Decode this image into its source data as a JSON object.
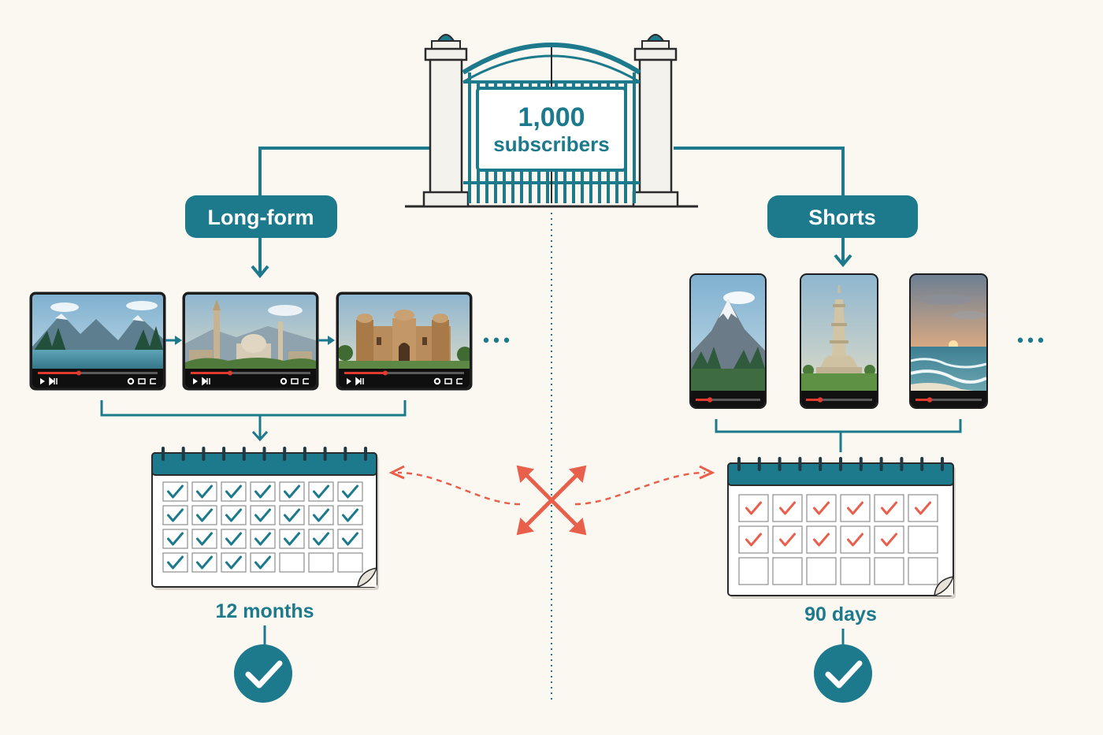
{
  "gate": {
    "count": "1,000",
    "unit": "subscribers"
  },
  "long_form": {
    "label": "Long-form",
    "videos": [
      "mountain-lake-video",
      "mosque-city-video",
      "fort-video"
    ],
    "more": "•••",
    "calendar": {
      "days_checked": 25,
      "days_total": 28,
      "check_color": "#1c7a8c"
    },
    "period_label": "12 months",
    "status": "check-circle-icon"
  },
  "shorts": {
    "label": "Shorts",
    "videos": [
      "mountain-peak-short",
      "minar-tower-short",
      "ocean-waves-short"
    ],
    "more": "•••",
    "calendar": {
      "days_checked": 11,
      "days_total": 18,
      "check_color": "#e8604c"
    },
    "period_label": "90 days",
    "status": "check-circle-icon"
  },
  "colors": {
    "accent": "#1c7a8c",
    "alert": "#e8604c",
    "background": "#fbf8f2",
    "ink": "#2b2b2b"
  }
}
